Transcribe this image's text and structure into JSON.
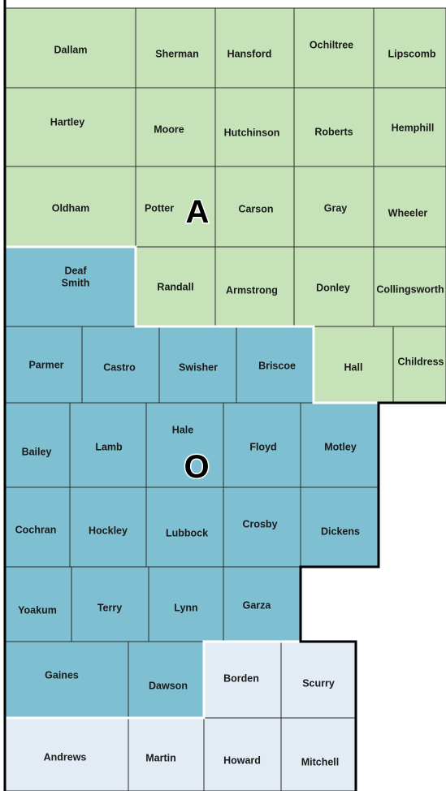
{
  "region_letters": {
    "a": "A",
    "o": "O"
  },
  "colors": {
    "region_a": "#c6e2b9",
    "region_o": "#7fbfd2",
    "region_other": "#e3ecf5",
    "county_border": "#2a2a2a",
    "region_boundary": "#ffffff",
    "outer_border": "#000000"
  },
  "counties": [
    {
      "id": "dallam",
      "name": "Dallam",
      "region": "a"
    },
    {
      "id": "sherman",
      "name": "Sherman",
      "region": "a"
    },
    {
      "id": "hansford",
      "name": "Hansford",
      "region": "a"
    },
    {
      "id": "ochiltree",
      "name": "Ochiltree",
      "region": "a"
    },
    {
      "id": "lipscomb",
      "name": "Lipscomb",
      "region": "a"
    },
    {
      "id": "hartley",
      "name": "Hartley",
      "region": "a"
    },
    {
      "id": "moore",
      "name": "Moore",
      "region": "a"
    },
    {
      "id": "hutchinson",
      "name": "Hutchinson",
      "region": "a"
    },
    {
      "id": "roberts",
      "name": "Roberts",
      "region": "a"
    },
    {
      "id": "hemphill",
      "name": "Hemphill",
      "region": "a"
    },
    {
      "id": "oldham",
      "name": "Oldham",
      "region": "a"
    },
    {
      "id": "potter",
      "name": "Potter",
      "region": "a"
    },
    {
      "id": "carson",
      "name": "Carson",
      "region": "a"
    },
    {
      "id": "gray",
      "name": "Gray",
      "region": "a"
    },
    {
      "id": "wheeler",
      "name": "Wheeler",
      "region": "a"
    },
    {
      "id": "deaf-smith",
      "name": "Deaf\nSmith",
      "region": "o"
    },
    {
      "id": "randall",
      "name": "Randall",
      "region": "a"
    },
    {
      "id": "armstrong",
      "name": "Armstrong",
      "region": "a"
    },
    {
      "id": "donley",
      "name": "Donley",
      "region": "a"
    },
    {
      "id": "collingsworth",
      "name": "Collingsworth",
      "region": "a"
    },
    {
      "id": "parmer",
      "name": "Parmer",
      "region": "o"
    },
    {
      "id": "castro",
      "name": "Castro",
      "region": "o"
    },
    {
      "id": "swisher",
      "name": "Swisher",
      "region": "o"
    },
    {
      "id": "briscoe",
      "name": "Briscoe",
      "region": "o"
    },
    {
      "id": "hall",
      "name": "Hall",
      "region": "a"
    },
    {
      "id": "childress",
      "name": "Childress",
      "region": "a"
    },
    {
      "id": "bailey",
      "name": "Bailey",
      "region": "o"
    },
    {
      "id": "lamb",
      "name": "Lamb",
      "region": "o"
    },
    {
      "id": "hale",
      "name": "Hale",
      "region": "o"
    },
    {
      "id": "floyd",
      "name": "Floyd",
      "region": "o"
    },
    {
      "id": "motley",
      "name": "Motley",
      "region": "o"
    },
    {
      "id": "cochran",
      "name": "Cochran",
      "region": "o"
    },
    {
      "id": "hockley",
      "name": "Hockley",
      "region": "o"
    },
    {
      "id": "lubbock",
      "name": "Lubbock",
      "region": "o"
    },
    {
      "id": "crosby",
      "name": "Crosby",
      "region": "o"
    },
    {
      "id": "dickens",
      "name": "Dickens",
      "region": "o"
    },
    {
      "id": "yoakum",
      "name": "Yoakum",
      "region": "o"
    },
    {
      "id": "terry",
      "name": "Terry",
      "region": "o"
    },
    {
      "id": "lynn",
      "name": "Lynn",
      "region": "o"
    },
    {
      "id": "garza",
      "name": "Garza",
      "region": "o"
    },
    {
      "id": "gaines",
      "name": "Gaines",
      "region": "o"
    },
    {
      "id": "dawson",
      "name": "Dawson",
      "region": "o"
    },
    {
      "id": "borden",
      "name": "Borden",
      "region": "other"
    },
    {
      "id": "scurry",
      "name": "Scurry",
      "region": "other"
    },
    {
      "id": "andrews",
      "name": "Andrews",
      "region": "other"
    },
    {
      "id": "martin",
      "name": "Martin",
      "region": "other"
    },
    {
      "id": "howard",
      "name": "Howard",
      "region": "other"
    },
    {
      "id": "mitchell",
      "name": "Mitchell",
      "region": "other"
    }
  ]
}
